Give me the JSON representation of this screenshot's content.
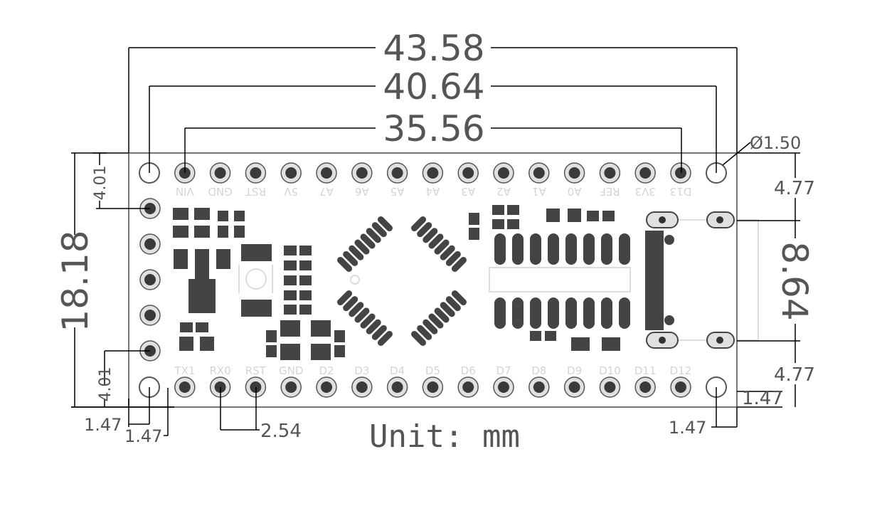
{
  "title": "Arduino Nano dimension drawing",
  "dimensions": {
    "overall_length": "43.58",
    "hole_spacing": "40.64",
    "header_span": "35.56",
    "width": "18.18",
    "hole_diameter": "Ø1.50",
    "left_top_offset": "4.01",
    "left_bottom_offset": "4.01",
    "right_top_offset": "4.77",
    "usb_width": "8.64",
    "right_bottom_offset": "4.77",
    "right_edge_offset": "1.47",
    "bottom_left_offset_a": "1.47",
    "bottom_left_offset_b": "1.47",
    "pin_pitch": "2.54",
    "bottom_right_offset": "1.47"
  },
  "unit_label": "Unit: mm",
  "top_pins": [
    "VIN",
    "GND",
    "RST",
    "5V",
    "A7",
    "A6",
    "A5",
    "A4",
    "A3",
    "A2",
    "A1",
    "A0",
    "REF",
    "3V3",
    "D13"
  ],
  "bottom_pins": [
    "TX1",
    "RX0",
    "RST",
    "GND",
    "D2",
    "D3",
    "D4",
    "D5",
    "D6",
    "D7",
    "D8",
    "D9",
    "D10",
    "D11",
    "D12"
  ],
  "colors": {
    "pad": "#444444",
    "ring": "#e0e0e0",
    "outline": "#777777",
    "line": "#000000"
  }
}
